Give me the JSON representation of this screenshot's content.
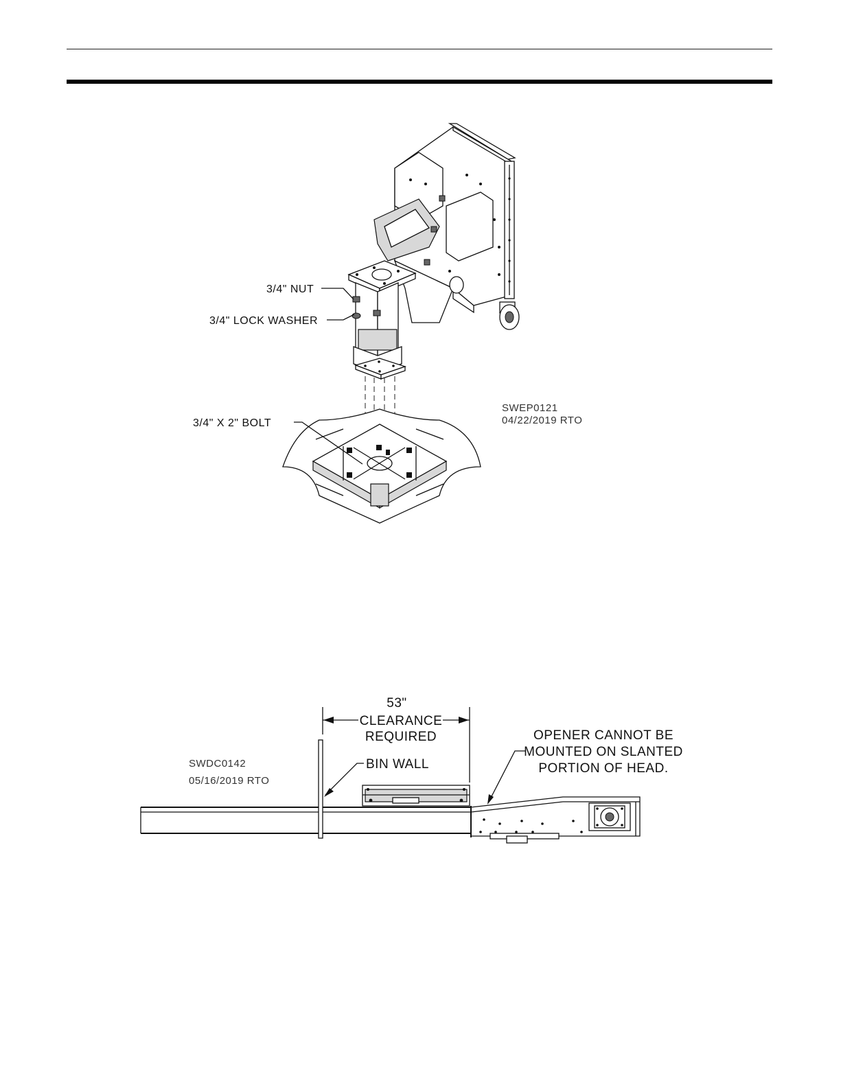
{
  "figure1": {
    "labels": {
      "nut": "3/4\" NUT",
      "lock_washer": "3/4\" LOCK WASHER",
      "bolt": "3/4\" X 2\" BOLT"
    },
    "drawing_code": "SWEP0121",
    "drawing_date": "04/22/2019 RTO"
  },
  "figure2": {
    "dimension": "53\"",
    "clearance_line1": "CLEARANCE",
    "clearance_line2": "REQUIRED",
    "bin_wall": "BIN WALL",
    "note_line1": "OPENER CANNOT BE",
    "note_line2": "MOUNTED ON SLANTED",
    "note_line3": "PORTION OF HEAD.",
    "drawing_code": "SWDC0142",
    "drawing_date": "05/16/2019 RTO"
  }
}
